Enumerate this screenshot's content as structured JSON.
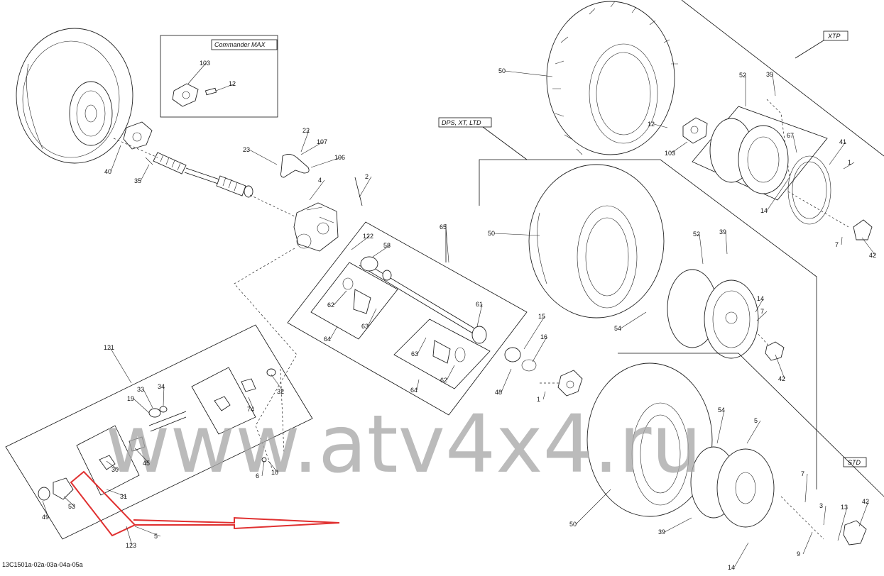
{
  "diagram": {
    "watermark": "www.atv4x4.ru",
    "drawing_code": "13C1501a-02a-03a-04a-05a",
    "group_tags": [
      "Commander MAX",
      "XTP",
      "DPS, XT, LTD",
      "STD"
    ],
    "part_labels": [
      "1",
      "1",
      "2",
      "3",
      "4",
      "5",
      "5",
      "6",
      "7",
      "7",
      "7",
      "9",
      "10",
      "12",
      "12",
      "13",
      "14",
      "14",
      "14",
      "15",
      "16",
      "19",
      "22",
      "23",
      "30",
      "31",
      "32",
      "33",
      "34",
      "35",
      "39",
      "39",
      "39",
      "40",
      "41",
      "42",
      "42",
      "42",
      "45",
      "48",
      "49",
      "50",
      "50",
      "50",
      "52",
      "52",
      "53",
      "54",
      "54",
      "58",
      "61",
      "62",
      "62",
      "63",
      "63",
      "64",
      "64",
      "65",
      "67",
      "74",
      "103",
      "103",
      "106",
      "107",
      "121",
      "122",
      "123"
    ],
    "colors": {
      "line": "#111111",
      "highlight": "#e03030",
      "watermark": "#a8a8a8"
    }
  }
}
